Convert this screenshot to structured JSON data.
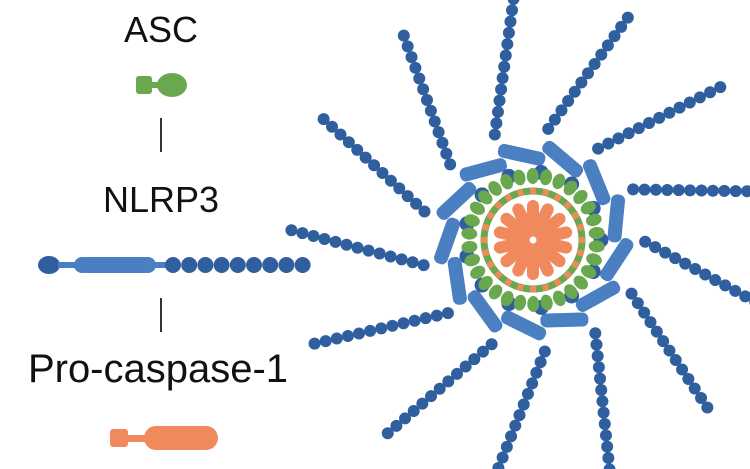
{
  "legend": {
    "asc": "ASC",
    "nlrp3": "NLRP3",
    "procaspase": "Pro-caspase-1"
  },
  "colors": {
    "asc_green": "#6aa84f",
    "asc_green_dark": "#4f8a3a",
    "nlrp3_blue": "#4a7fc1",
    "nlrp3_blue_dark": "#2f5f9e",
    "caspase_orange": "#f08a5d",
    "connector": "#333333"
  },
  "assembly": {
    "arms": 13,
    "beads_per_arm": 13,
    "caspase_petals": 14
  }
}
